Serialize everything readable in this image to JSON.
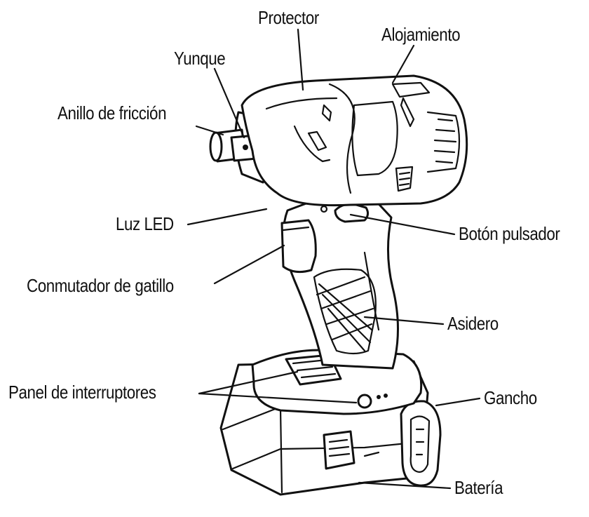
{
  "labels": {
    "protector": "Protector",
    "alojamiento": "Alojamiento",
    "yunque": "Yunque",
    "anillo": "Anillo de fricción",
    "luz_led": "Luz LED",
    "boton": "Botón pulsador",
    "conmutador": "Conmutador de gatillo",
    "asidero": "Asidero",
    "panel": "Panel de interruptores",
    "gancho": "Gancho",
    "bateria": "Batería"
  },
  "colors": {
    "ink": "#111111",
    "paper": "#ffffff"
  }
}
